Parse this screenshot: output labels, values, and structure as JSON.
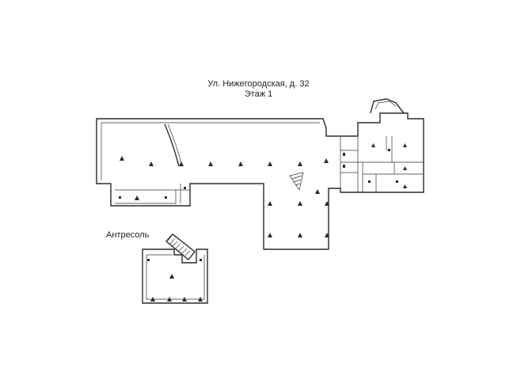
{
  "header": {
    "address": "Ул. Нижегородская, д. 32",
    "floor": "Этаж 1"
  },
  "mezzanine": {
    "label": "Антресоль"
  }
}
